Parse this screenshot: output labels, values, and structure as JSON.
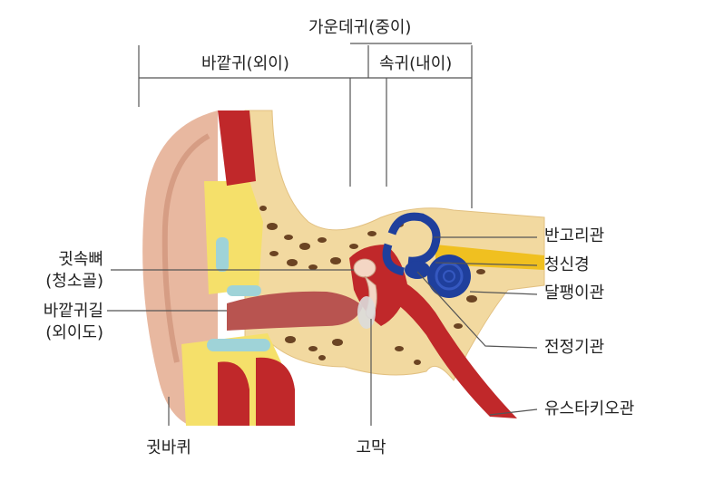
{
  "labels": {
    "middle_ear": "가운데귀(중이)",
    "outer_ear": "바깥귀(외이)",
    "inner_ear": "속귀(내이)",
    "ossicles_1": "귓속뼈",
    "ossicles_2": "(청소골)",
    "ear_canal_1": "바깥귀길",
    "ear_canal_2": "(외이도)",
    "auricle": "귓바퀴",
    "eardrum": "고막",
    "semicircular_canals": "반고리관",
    "auditory_nerve": "청신경",
    "cochlea": "달팽이관",
    "vestibule": "전정기관",
    "eustachian_tube": "유스타키오관"
  },
  "colors": {
    "skin": "#e8b8a0",
    "skin_dark": "#c98a72",
    "bone": "#f2d9a0",
    "bone_dark": "#6b4423",
    "cartilage": "#f5e06a",
    "flesh": "#c0282a",
    "canal": "#b85450",
    "blue_organ": "#1f3f9c",
    "nerve": "#f0c020",
    "fluid": "#9fd3d8",
    "line": "#555555"
  }
}
